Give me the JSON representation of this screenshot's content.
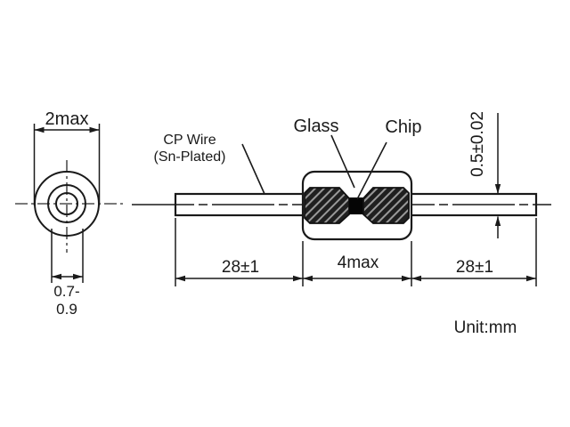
{
  "drawing": {
    "unit_note": "Unit:mm",
    "colors": {
      "line": "#1a1a1a",
      "background": "#ffffff",
      "hatch_dark": "#1f1f1f",
      "hatch_light": "#999999",
      "chip_fill": "#050505"
    },
    "front_view": {
      "outer_diameter": "2max",
      "wire_diameter_line1": "0.7-",
      "wire_diameter_line2": "0.9"
    },
    "side_view": {
      "wire_material_line1": "CP Wire",
      "wire_material_line2": "(Sn-Plated)",
      "glass_label": "Glass",
      "chip_label": "Chip",
      "wire_thickness": "0.5±0.02",
      "left_lead_length": "28±1",
      "body_length": "4max",
      "right_lead_length": "28±1"
    }
  }
}
